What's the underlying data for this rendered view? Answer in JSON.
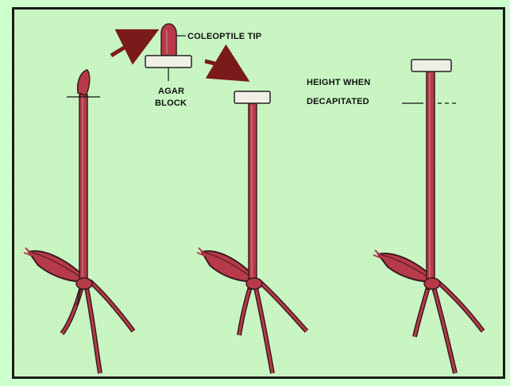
{
  "labels": {
    "coleoptile_tip": "COLEOPTILE TIP",
    "agar_line1": "AGAR",
    "agar_line2": "BLOCK",
    "height_line1": "HEIGHT WHEN",
    "height_line2": "DECAPITATED"
  },
  "colors": {
    "background": "#c8f5c2",
    "plant": "#b73a48",
    "outline": "#3b1a1f",
    "arrow": "#7a1a1a",
    "block": "#f0efe6"
  }
}
